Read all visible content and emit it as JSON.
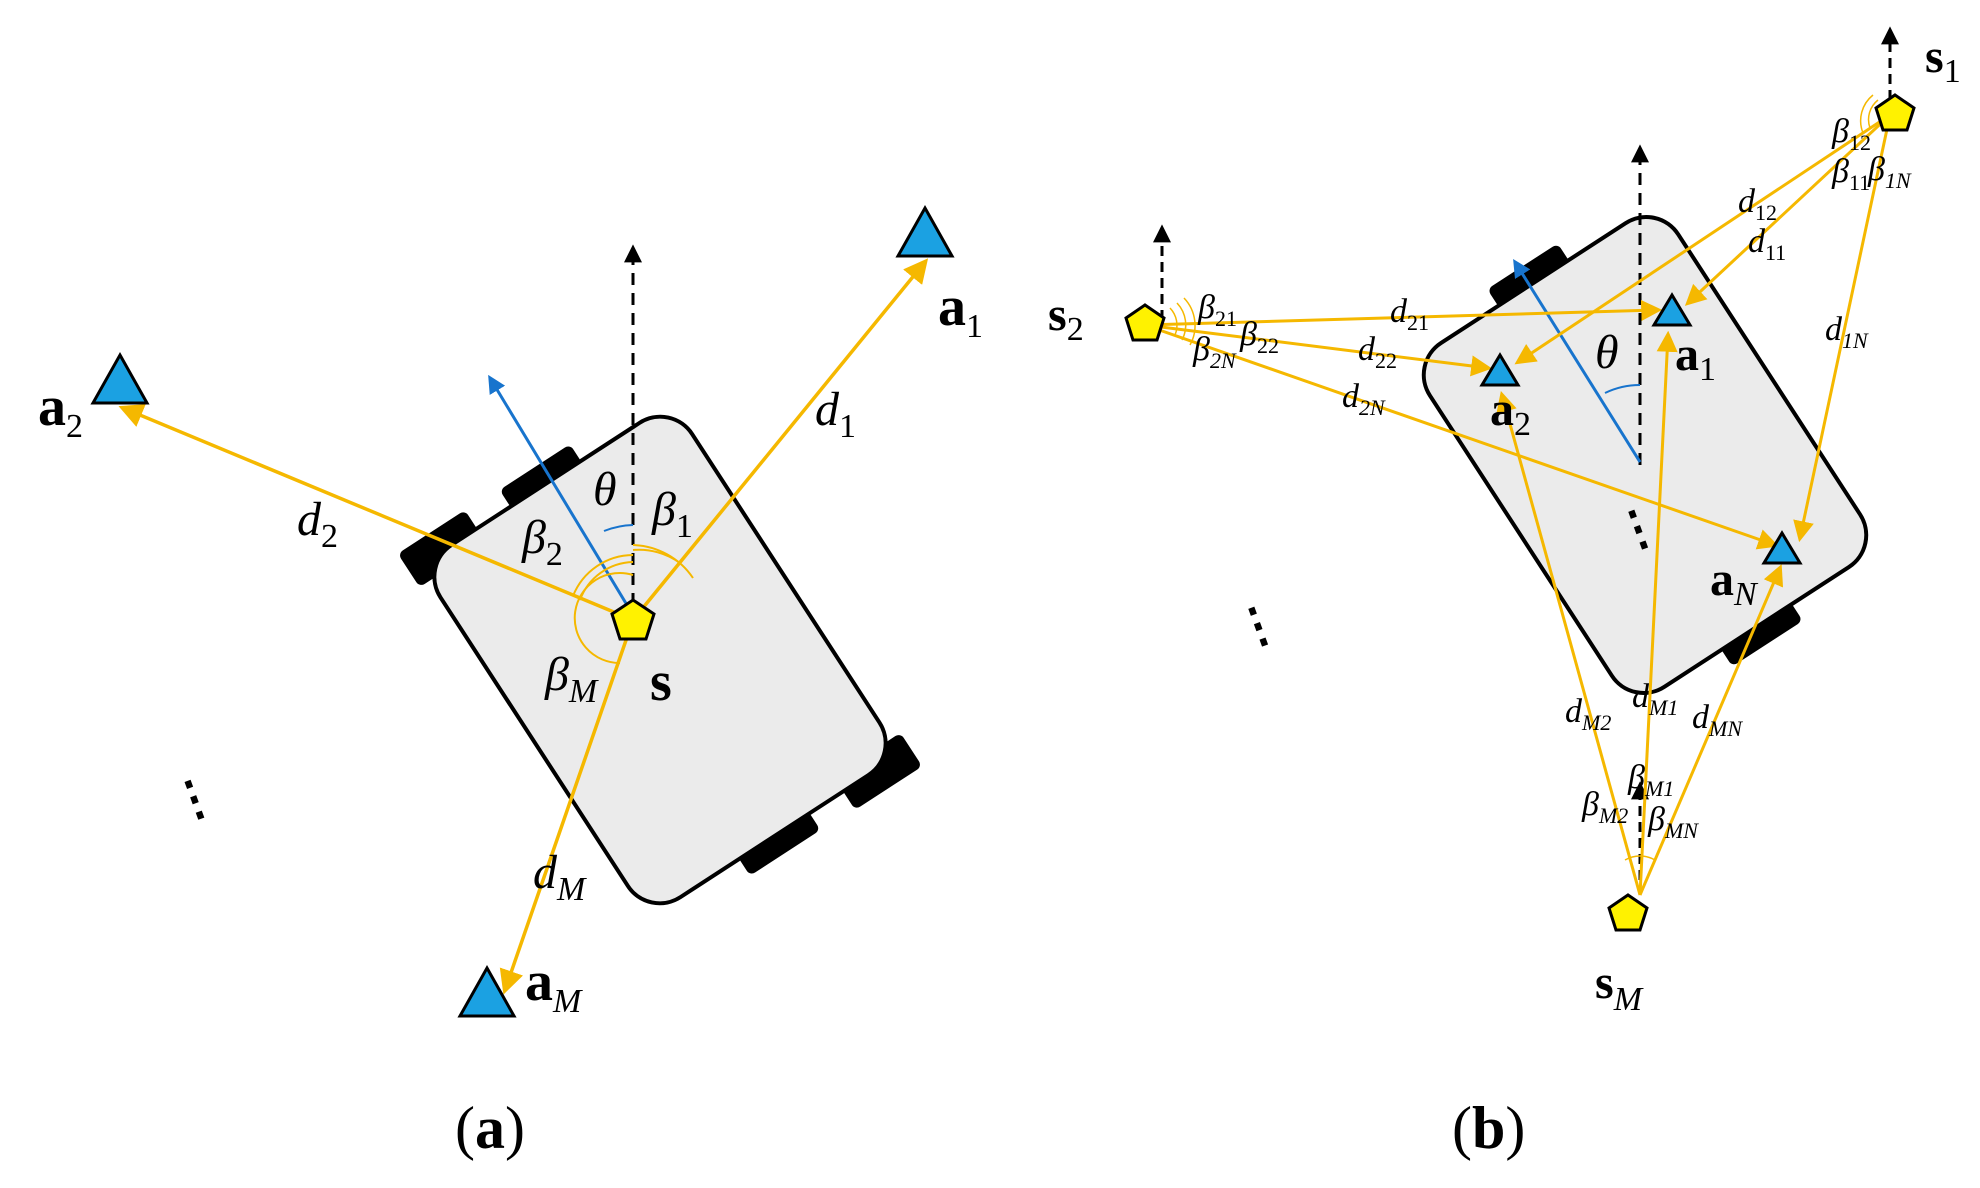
{
  "panel_a": {
    "caption_open": "(",
    "caption_letter": "a",
    "caption_close": ")",
    "labels": {
      "s": "s",
      "a1": "a",
      "a1_sub": "1",
      "a2": "a",
      "a2_sub": "2",
      "aM": "a",
      "aM_sub": "M",
      "d1": "d",
      "d1_sub": "1",
      "d2": "d",
      "d2_sub": "2",
      "dM": "d",
      "dM_sub": "M",
      "theta": "θ",
      "beta1": "β",
      "beta1_sub": "1",
      "beta2": "β",
      "beta2_sub": "2",
      "betaM": "β",
      "betaM_sub": "M",
      "dots": "⋮"
    }
  },
  "panel_b": {
    "caption_open": "(",
    "caption_letter": "b",
    "caption_close": ")",
    "labels": {
      "s1": "s",
      "s1_sub": "1",
      "s2": "s",
      "s2_sub": "2",
      "sM": "s",
      "sM_sub": "M",
      "a1": "a",
      "a1_sub": "1",
      "a2": "a",
      "a2_sub": "2",
      "aN": "a",
      "aN_sub": "N",
      "theta": "θ",
      "d11": "d",
      "d11_sub": "11",
      "d12": "d",
      "d12_sub": "12",
      "d1N": "d",
      "d1N_sub": "1N",
      "d21": "d",
      "d21_sub": "21",
      "d22": "d",
      "d22_sub": "22",
      "d2N": "d",
      "d2N_sub": "2N",
      "dM1": "d",
      "dM1_sub": "M1",
      "dM2": "d",
      "dM2_sub": "M2",
      "dMN": "d",
      "dMN_sub": "MN",
      "b11": "β",
      "b11_sub": "11",
      "b12": "β",
      "b12_sub": "12",
      "b1N": "β",
      "b1N_sub": "1N",
      "b21": "β",
      "b21_sub": "21",
      "b22": "β",
      "b22_sub": "22",
      "b2N": "β",
      "b2N_sub": "2N",
      "bM1": "β",
      "bM1_sub": "M1",
      "bM2": "β",
      "bM2_sub": "M2",
      "bMN": "β",
      "bMN_sub": "MN",
      "dots_left": "⋮",
      "dots_robot": "⋮"
    }
  },
  "colors": {
    "line": "#F5B800",
    "triangle": "#1BA1E2",
    "sensor": "#FFF200",
    "heading": "#1874CD",
    "robot_body": "#EBEBEB",
    "wheel": "#000000"
  }
}
